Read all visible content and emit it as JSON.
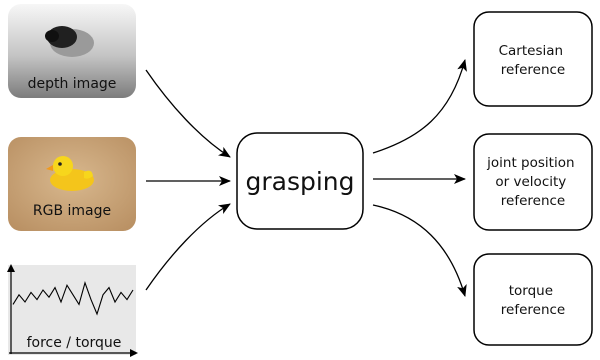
{
  "inputs": {
    "depth": {
      "label": "depth image"
    },
    "rgb": {
      "label": "RGB image"
    },
    "force": {
      "label": "force / torque"
    }
  },
  "center": {
    "label": "grasping"
  },
  "outputs": {
    "cartesian": {
      "lines": [
        "Cartesian",
        "reference"
      ]
    },
    "joint": {
      "lines": [
        "joint position",
        "or velocity",
        "reference"
      ]
    },
    "torque": {
      "lines": [
        "torque",
        "reference"
      ]
    }
  },
  "force_signal": [
    0.55,
    0.35,
    0.5,
    0.3,
    0.45,
    0.25,
    0.4,
    0.2,
    0.5,
    0.15,
    0.35,
    0.55,
    0.1,
    0.45,
    0.75,
    0.35,
    0.2,
    0.5,
    0.3,
    0.45,
    0.25
  ],
  "colors": {
    "stroke": "#000000",
    "depth_top": "#f5f5f5",
    "depth_bottom": "#8a8a8a",
    "rgb_bg": "#c9a57a",
    "duck_yellow": "#f7d61c",
    "duck_beak": "#f29a1a",
    "plot_bg": "#e6e6e6"
  }
}
